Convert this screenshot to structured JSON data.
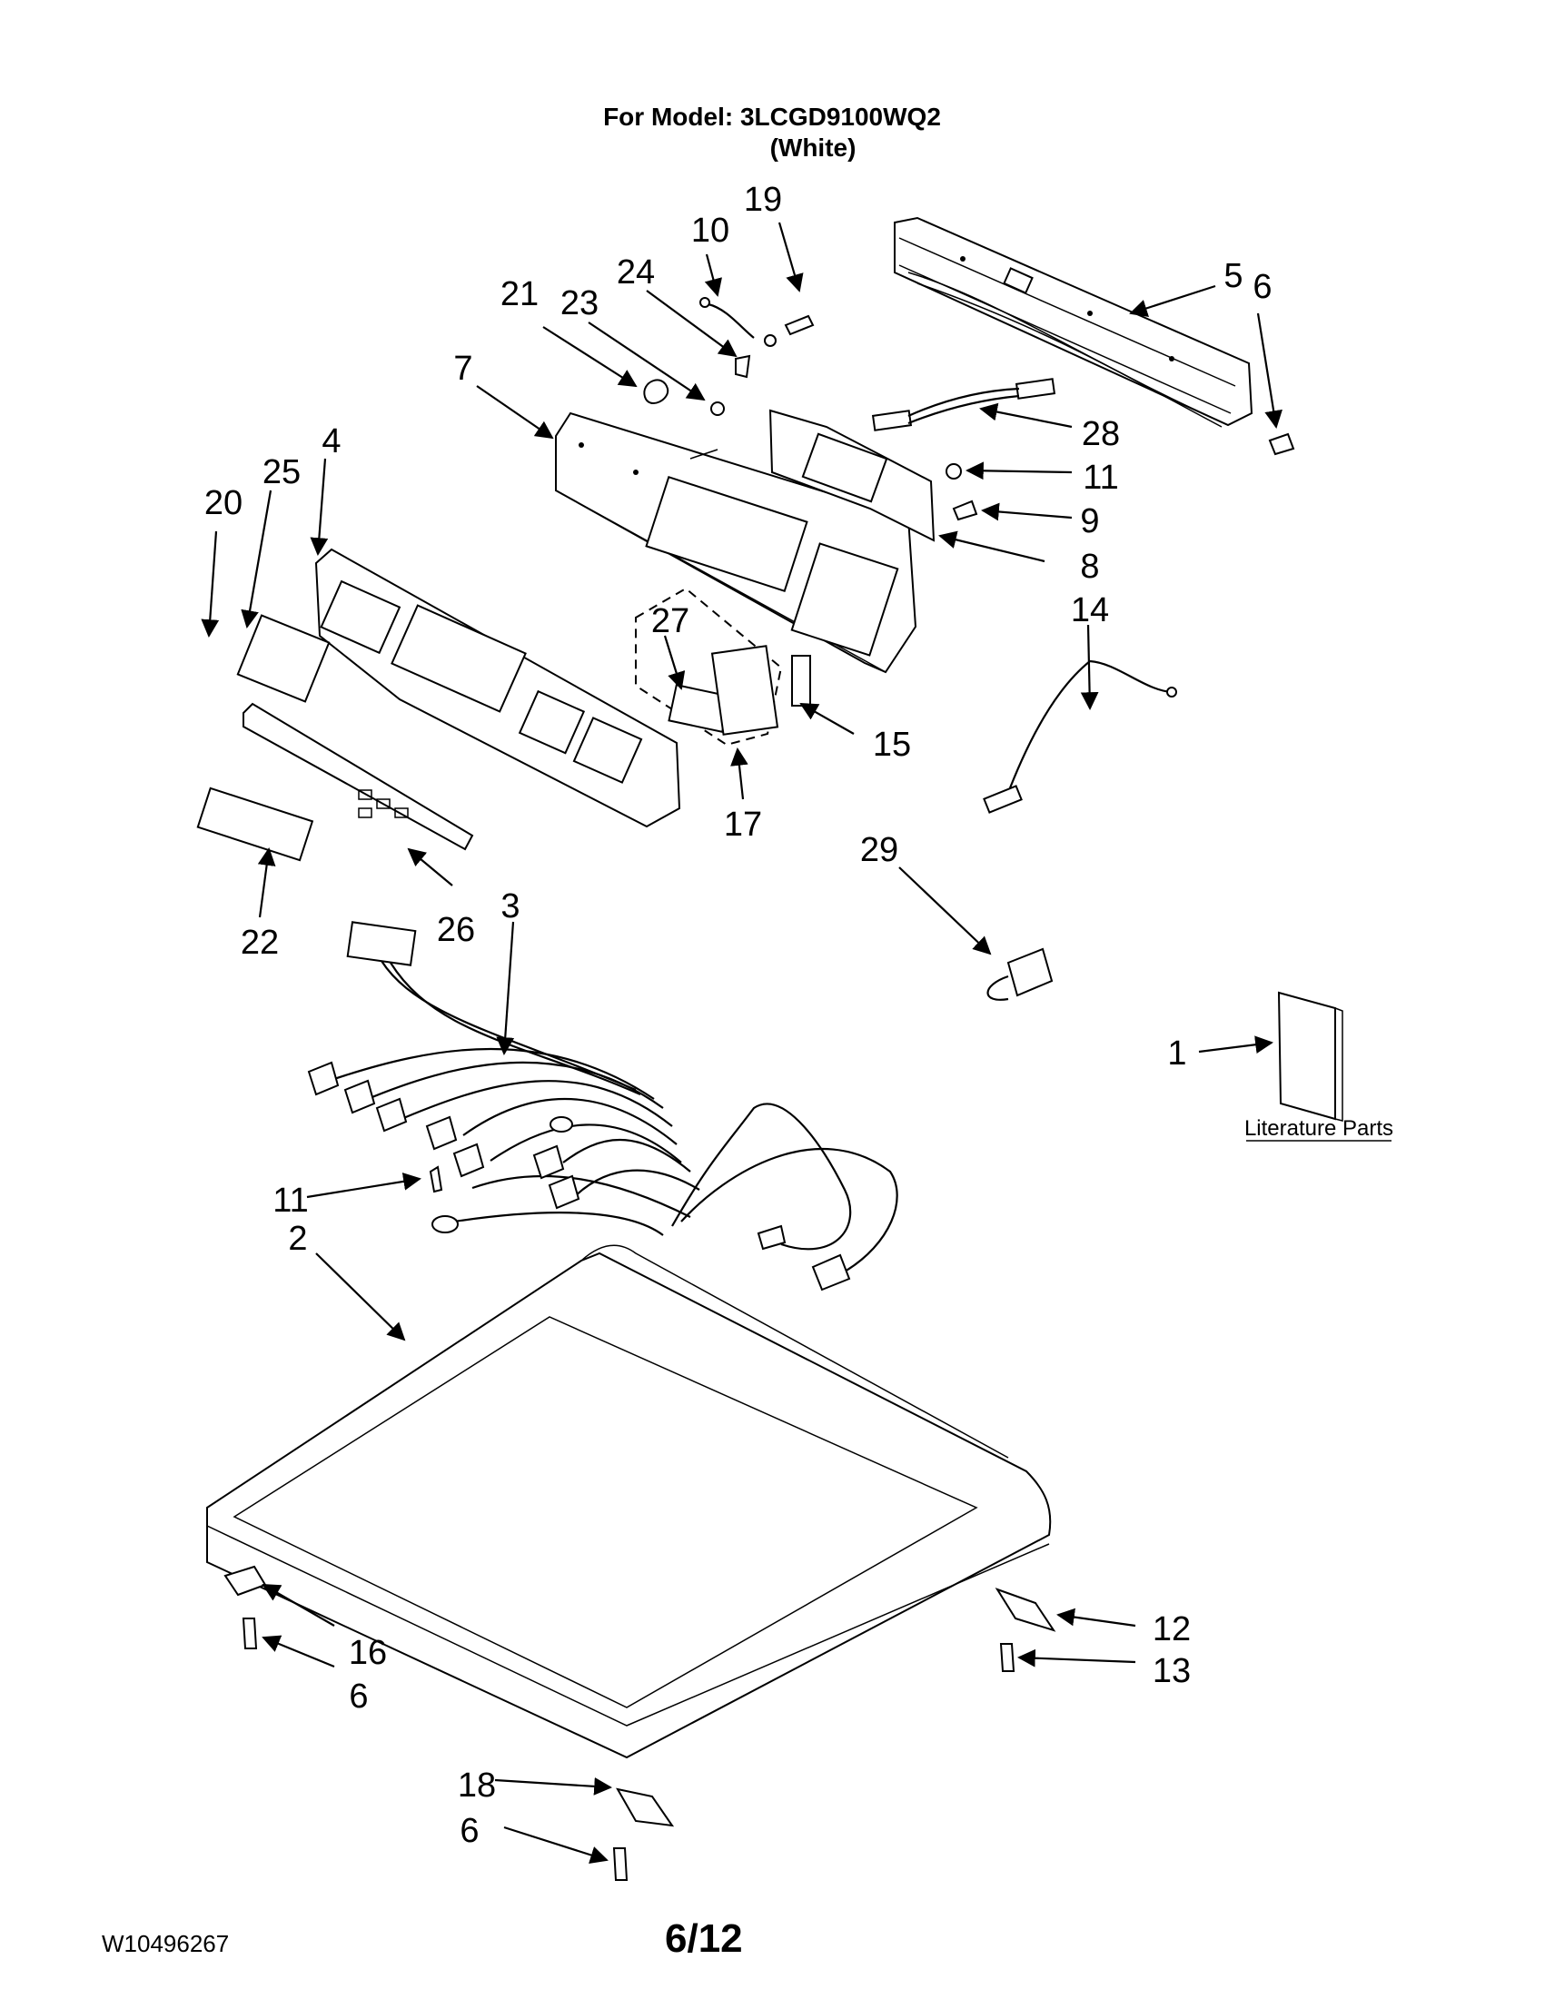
{
  "header": {
    "model_line": "For Model: 3LCGD9100WQ2",
    "color_line": "(White)"
  },
  "footer": {
    "document_id": "W10496267",
    "page": "6/12"
  },
  "literature": {
    "label": "Literature Parts"
  },
  "callouts": {
    "c19": "19",
    "c10": "10",
    "c24": "24",
    "c23": "23",
    "c21": "21",
    "c7": "7",
    "c5": "5",
    "c6_top": "6",
    "c28": "28",
    "c11_top": "11",
    "c9": "9",
    "c8": "8",
    "c14": "14",
    "c4": "4",
    "c25": "25",
    "c20": "20",
    "c27": "27",
    "c15": "15",
    "c17": "17",
    "c22": "22",
    "c26": "26",
    "c3": "3",
    "c29": "29",
    "c1": "1",
    "c11_bottom": "11",
    "c2": "2",
    "c12": "12",
    "c13": "13",
    "c16": "16",
    "c6_left": "6",
    "c18": "18",
    "c6_bottom": "6"
  }
}
